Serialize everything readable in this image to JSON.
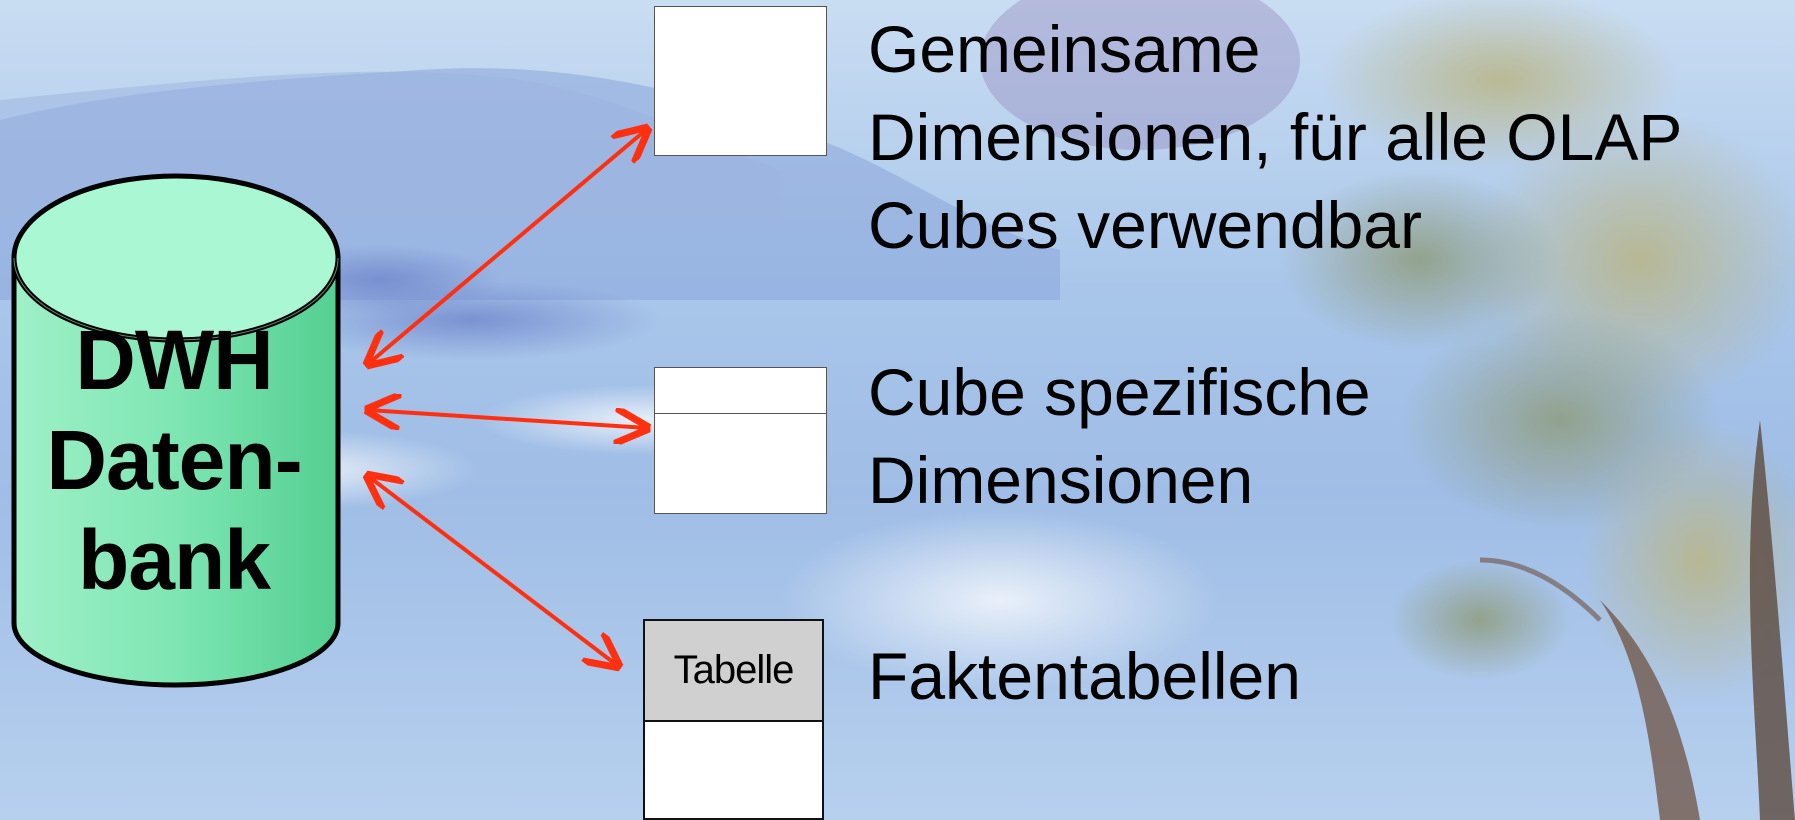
{
  "database": {
    "label_lines": [
      "DWH",
      "Daten-",
      "bank"
    ],
    "fill_color": "#7ee6b3"
  },
  "shared_dimensions": {
    "label_lines": [
      "Gemeinsame",
      "Dimensionen, für alle OLAP",
      "Cubes verwendbar"
    ]
  },
  "cube_dimensions": {
    "label_lines": [
      "Cube spezifische",
      "Dimensionen"
    ]
  },
  "fact_tables": {
    "table_header": "Tabelle",
    "label": "Faktentabellen"
  },
  "colors": {
    "arrow": "#ff3010",
    "text": "#000000"
  }
}
